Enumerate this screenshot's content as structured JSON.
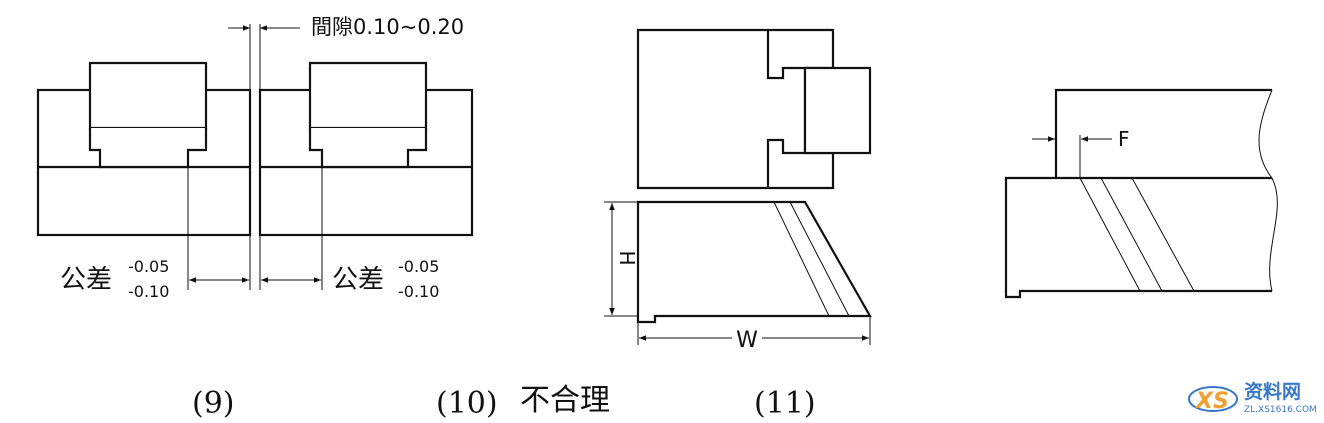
{
  "fig9": {
    "gap_label": "間隙0.10~0.20",
    "tol_left": {
      "main": "公差",
      "upper": "-0.05",
      "lower": "-0.10"
    },
    "tol_right": {
      "main": "公差",
      "upper": "-0.05",
      "lower": "-0.10"
    },
    "caption": "(9)"
  },
  "fig10": {
    "h_label": "H",
    "w_label": "W",
    "caption_num": "(10)",
    "caption_text": "不合理"
  },
  "fig11": {
    "f_label": "F",
    "caption": "(11)"
  },
  "watermark": {
    "logo": "XS",
    "name": "资料网",
    "url": "ZL.XS1616.COM",
    "color_blue": "#3a78c8",
    "color_orange": "#f0a030"
  }
}
